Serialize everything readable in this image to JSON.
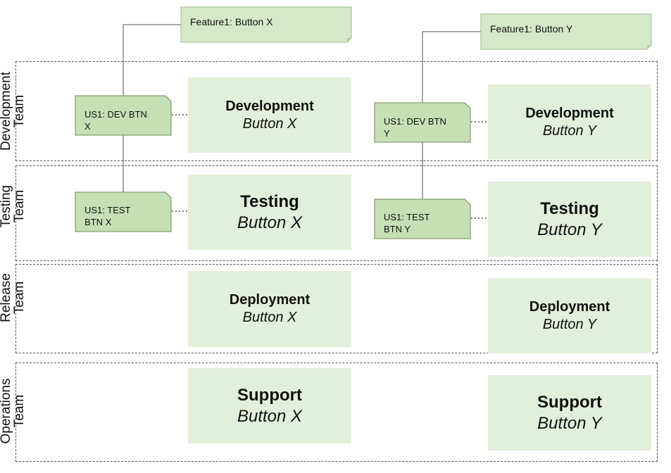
{
  "lanes": [
    {
      "id": "dev",
      "label_line1": "Development",
      "label_line2": "Team"
    },
    {
      "id": "test",
      "label_line1": "Testing",
      "label_line2": "Team"
    },
    {
      "id": "release",
      "label_line1": "Release",
      "label_line2": "Team"
    },
    {
      "id": "ops",
      "label_line1": "Operations",
      "label_line2": "Team"
    }
  ],
  "features": [
    {
      "id": "x",
      "note": "Feature1: Button X"
    },
    {
      "id": "y",
      "note": "Feature1: Button Y"
    }
  ],
  "stories": {
    "dev_x": {
      "line1": "US1: DEV BTN",
      "line2": "X"
    },
    "test_x": {
      "line1": "US1: TEST",
      "line2": "BTN X"
    },
    "dev_y": {
      "line1": "US1: DEV BTN",
      "line2": "Y"
    },
    "test_y": {
      "line1": "US1: TEST",
      "line2": "BTN Y"
    }
  },
  "boxes": {
    "dev_x": {
      "title": "Development",
      "sub": "Button X"
    },
    "test_x": {
      "title": "Testing",
      "sub": "Button X"
    },
    "deploy_x": {
      "title": "Deployment",
      "sub": "Button X"
    },
    "support_x": {
      "title": "Support",
      "sub": "Button X"
    },
    "dev_y": {
      "title": "Development",
      "sub": "Button Y"
    },
    "test_y": {
      "title": "Testing",
      "sub": "Button Y"
    },
    "deploy_y": {
      "title": "Deployment",
      "sub": "Button Y"
    },
    "support_y": {
      "title": "Support",
      "sub": "Button Y"
    }
  },
  "colors": {
    "box_fill": "#e2efda",
    "note_fill": "#c5e0b4",
    "note_stroke": "#6e8b5a",
    "line": "#555555"
  }
}
